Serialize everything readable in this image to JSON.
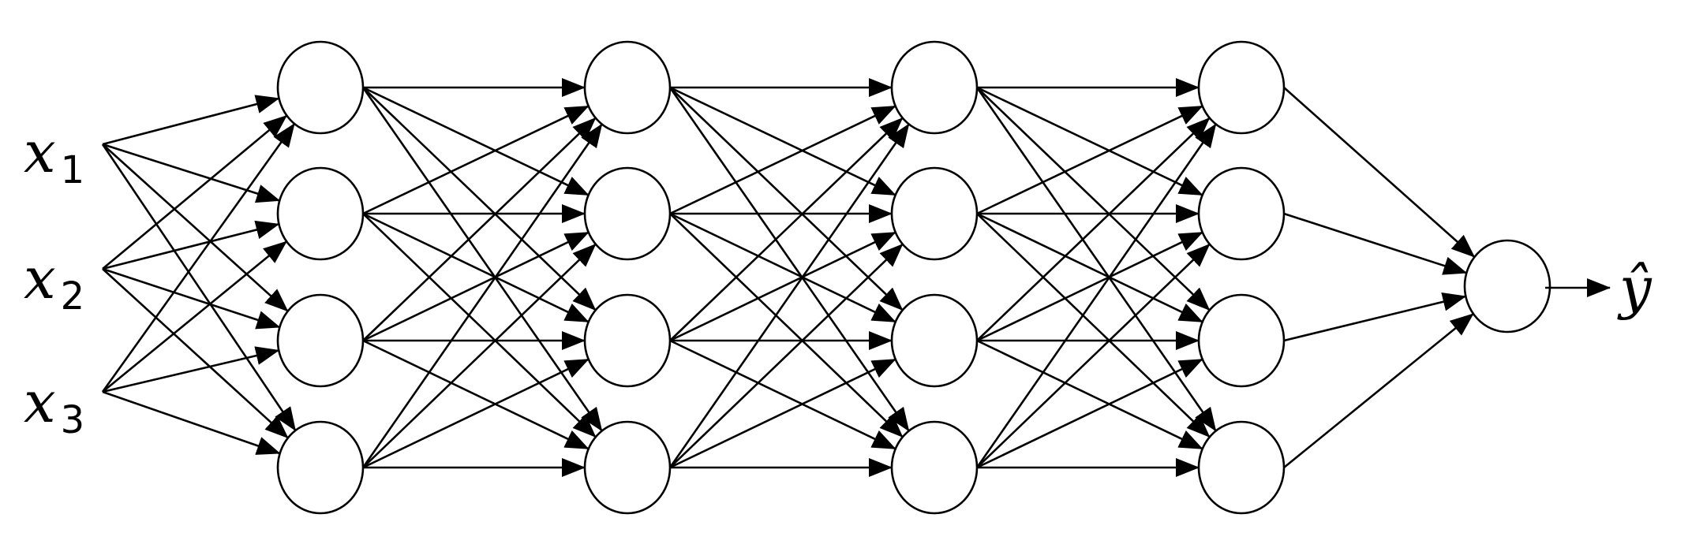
{
  "diagram": {
    "title": "",
    "inputs": [
      {
        "base": "x",
        "sub": "1"
      },
      {
        "base": "x",
        "sub": "2"
      },
      {
        "base": "x",
        "sub": "3"
      }
    ],
    "hidden_layer_sizes": [
      4,
      4,
      4,
      4
    ],
    "output_nodes": 1,
    "output_label": "ŷ",
    "connectivity": "fully-connected",
    "edge_style": "arrow",
    "colors": {
      "stroke": "#000000",
      "node_fill": "#ffffff",
      "background": "#ffffff"
    }
  }
}
